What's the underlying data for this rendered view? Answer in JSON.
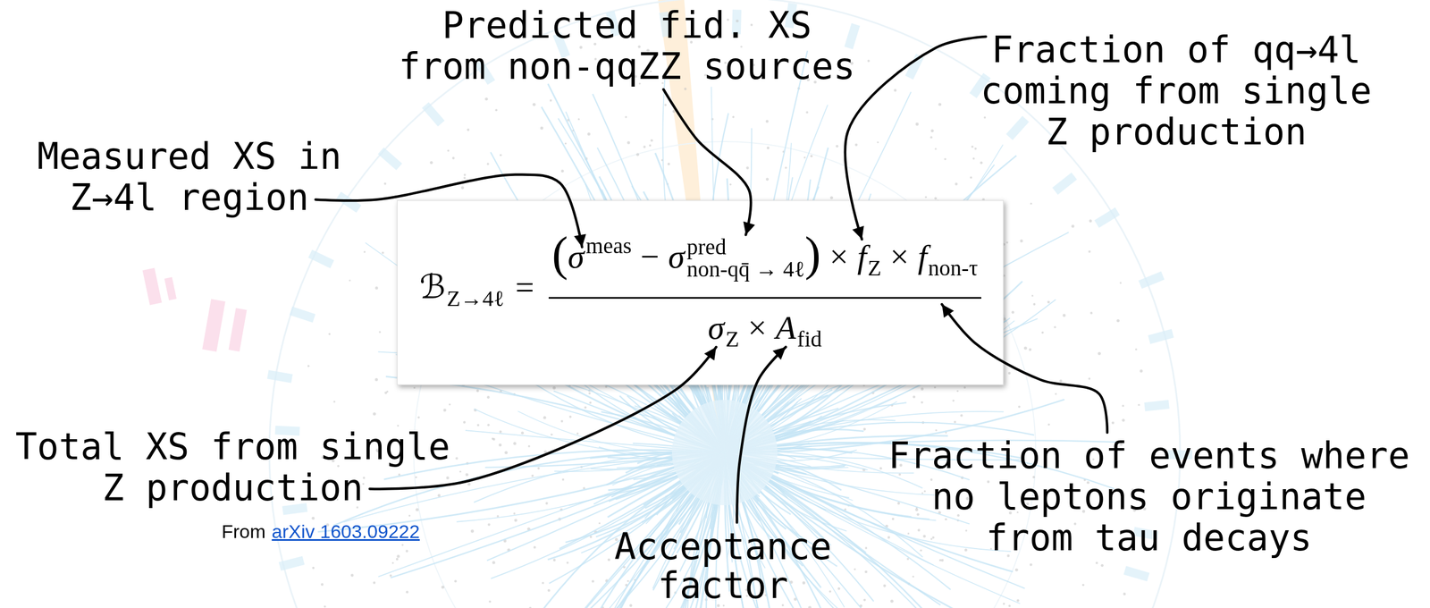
{
  "diagram": {
    "nodes": [
      {
        "text": [
          "ℬ",
          "Z→4ℓ",
          "=",
          "(",
          "σ",
          "meas",
          "−",
          "σ",
          "pred",
          "non-qq̄ → 4ℓ",
          ")",
          "×",
          "f",
          "Z",
          "×",
          "f",
          "non-τ",
          "σ",
          "Z",
          "×",
          "A",
          "fid"
        ]
      }
    ],
    "labels": [
      "Predicted fid. XS from non-qqZZ sources",
      "Fraction of qq→4l coming from single Z production",
      "Measured XS in Z→4l region",
      "Total XS from single Z production",
      "Fraction of events where no leptons originate from tau decays",
      "From",
      "arXiv 1603.09222",
      "Acceptance factor"
    ]
  }
}
